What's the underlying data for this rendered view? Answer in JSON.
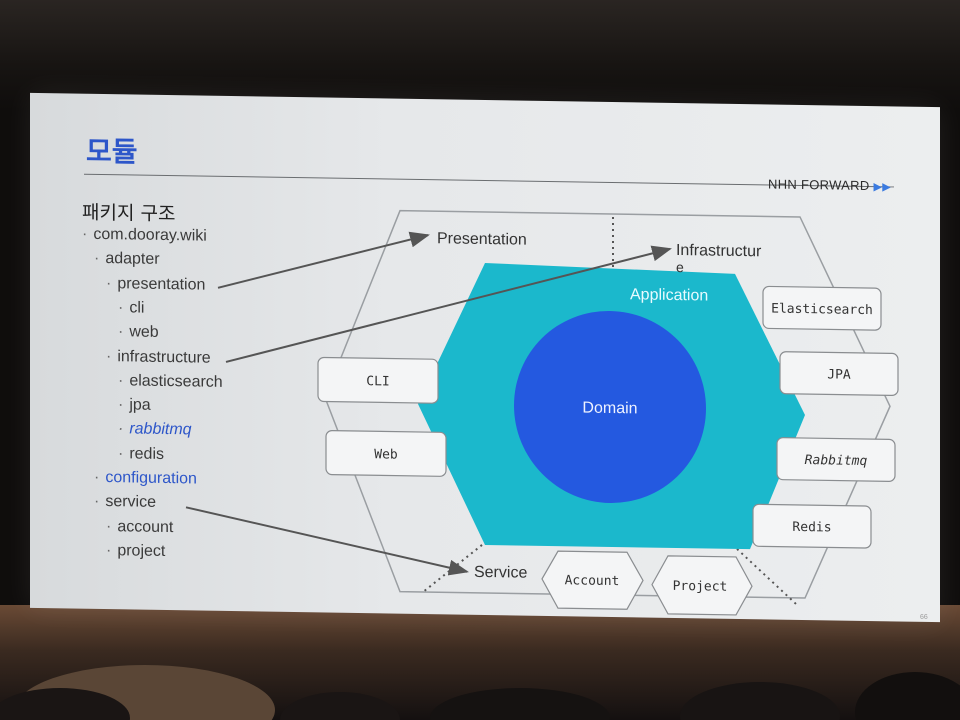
{
  "slide": {
    "title": "모듈",
    "brand": "NHN FORWARD",
    "subtitle": "패키지 구조",
    "page_number": "66"
  },
  "tree": [
    {
      "label": "com.dooray.wiki",
      "level": 0,
      "style": "normal"
    },
    {
      "label": "adapter",
      "level": 1,
      "style": "normal"
    },
    {
      "label": "presentation",
      "level": 2,
      "style": "normal"
    },
    {
      "label": "cli",
      "level": 3,
      "style": "normal"
    },
    {
      "label": "web",
      "level": 3,
      "style": "normal"
    },
    {
      "label": "infrastructure",
      "level": 2,
      "style": "normal"
    },
    {
      "label": "elasticsearch",
      "level": 3,
      "style": "normal"
    },
    {
      "label": "jpa",
      "level": 3,
      "style": "normal"
    },
    {
      "label": "rabbitmq",
      "level": 3,
      "style": "blue-italic"
    },
    {
      "label": "redis",
      "level": 3,
      "style": "normal"
    },
    {
      "label": "configuration",
      "level": 1,
      "style": "blue"
    },
    {
      "label": "service",
      "level": 1,
      "style": "normal"
    },
    {
      "label": "account",
      "level": 2,
      "style": "normal"
    },
    {
      "label": "project",
      "level": 2,
      "style": "normal"
    }
  ],
  "diagram": {
    "layer_presentation": "Presentation",
    "layer_infrastructure_line1": "Infrastructur",
    "layer_infrastructure_line2": "e",
    "layer_application": "Application",
    "core_domain": "Domain",
    "layer_service": "Service",
    "adapters_left": [
      "CLI",
      "Web"
    ],
    "adapters_right": [
      "Elasticsearch",
      "JPA",
      "Rabbitmq",
      "Redis"
    ],
    "services": [
      "Account",
      "Project"
    ]
  },
  "colors": {
    "title_blue": "#2d56c9",
    "application_cyan": "#1bb8cc",
    "domain_blue": "#2459e0",
    "arrow_gray": "#555555"
  }
}
